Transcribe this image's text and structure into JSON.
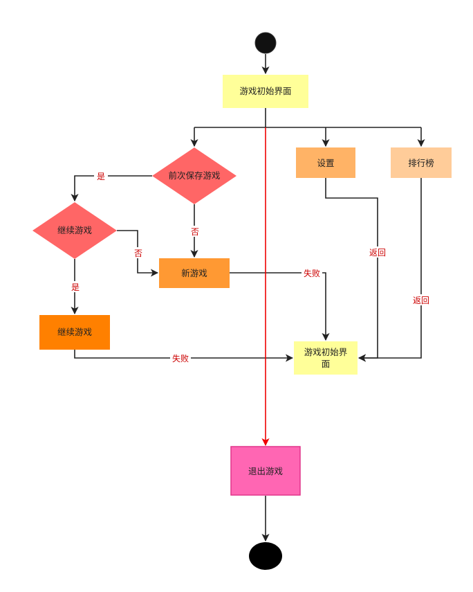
{
  "nodes": {
    "initial_screen": "游戏初始界面",
    "saved_game_decision": "前次保存游戏",
    "continue_decision": "继续游戏",
    "settings": "设置",
    "leaderboard": "排行榜",
    "new_game": "新游戏",
    "continue_game": "继续游戏",
    "initial_screen_2_line1": "游戏初始界",
    "initial_screen_2_line2": "面",
    "exit_game": "退出游戏"
  },
  "edges": {
    "yes_1": "是",
    "no_1": "否",
    "no_2": "否",
    "yes_2": "是",
    "fail_1": "失败",
    "fail_2": "失败",
    "return_1": "返回",
    "return_2": "返回"
  },
  "colors": {
    "initial_screen": "#ffff99",
    "decision": "#ff6666",
    "settings": "#ffb366",
    "leaderboard": "#ffcc99",
    "new_game": "#ff9933",
    "continue_game": "#ff8000",
    "exit_game": "#ff66b3",
    "exit_stroke": "#e0358a",
    "red_flow": "#ee0000"
  }
}
